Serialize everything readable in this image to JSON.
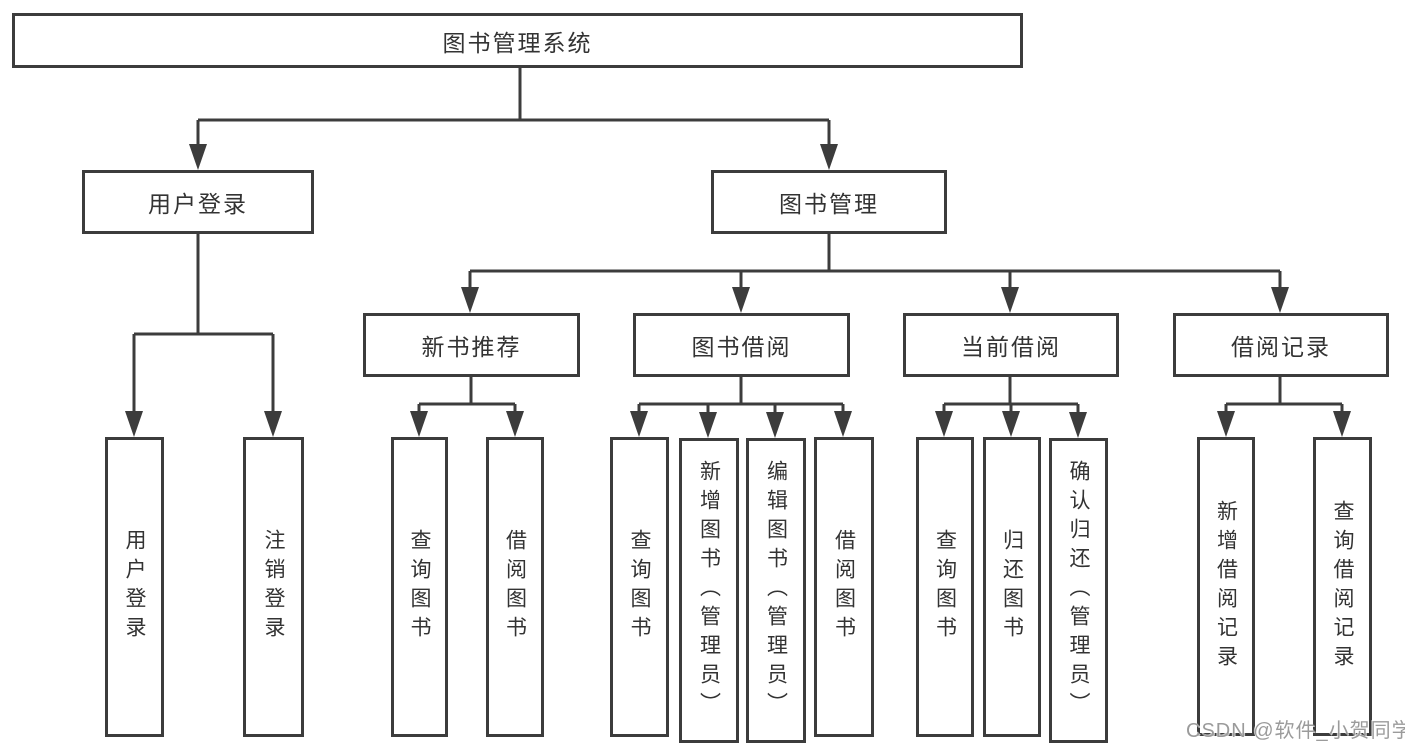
{
  "colors": {
    "line": "#3c3c3c",
    "box_border": "#3c3c3c",
    "box_background": "#ffffff",
    "text": "#333333",
    "watermark": "#9b9b9b",
    "page_background": "#ffffff"
  },
  "watermark": {
    "text": "CSDN @软件_小贺同学"
  },
  "diagram": {
    "root": {
      "label": "图书管理系统"
    },
    "branches": [
      {
        "label": "用户登录",
        "children": [
          {
            "label": "用户登录"
          },
          {
            "label": "注销登录"
          }
        ]
      },
      {
        "label": "图书管理",
        "children": [
          {
            "label": "新书推荐",
            "children": [
              {
                "label": "查询图书"
              },
              {
                "label": "借阅图书"
              }
            ]
          },
          {
            "label": "图书借阅",
            "children": [
              {
                "label": "查询图书"
              },
              {
                "label": "新增图书（管理员）"
              },
              {
                "label": "编辑图书（管理员）"
              },
              {
                "label": "借阅图书"
              }
            ]
          },
          {
            "label": "当前借阅",
            "children": [
              {
                "label": "查询图书"
              },
              {
                "label": "归还图书"
              },
              {
                "label": "确认归还（管理员）"
              }
            ]
          },
          {
            "label": "借阅记录",
            "children": [
              {
                "label": "新增借阅记录"
              },
              {
                "label": "查询借阅记录"
              }
            ]
          }
        ]
      }
    ]
  }
}
